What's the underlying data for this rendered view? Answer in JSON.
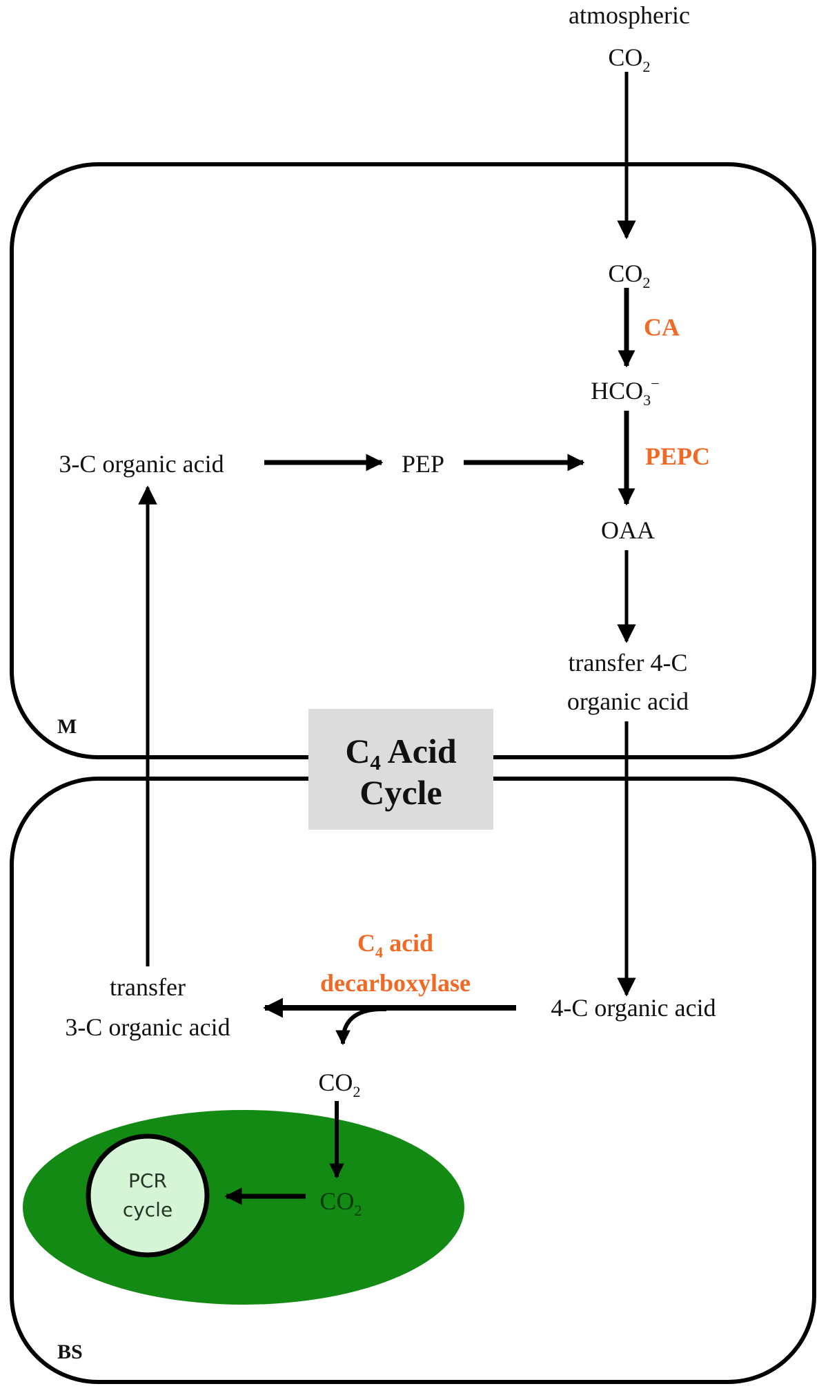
{
  "diagram": {
    "title": "C4 Acid Cycle",
    "colors": {
      "enzyme": "#f06a26",
      "chloroplast": "#138a13",
      "pcr_fill": "#d6f5d6",
      "cycle_box": "#dcdcdc",
      "line": "#000000"
    },
    "cells": {
      "mesophyll_label": "M",
      "bundle_sheath_label": "BS"
    },
    "center_box": {
      "line1_main": "C",
      "line1_sub": "4",
      "line1_rest": " Acid",
      "line2": "Cycle"
    },
    "nodes": {
      "atmospheric": "atmospheric",
      "atm_co2_main": "CO",
      "atm_co2_sub": "2",
      "m_co2_main": "CO",
      "m_co2_sub": "2",
      "hco3_main": "HCO",
      "hco3_sub": "3",
      "hco3_sup": "−",
      "oaa": "OAA",
      "transfer4c_line1": "transfer 4-C",
      "transfer4c_line2": "organic acid",
      "three_c_acid": "3-C organic acid",
      "pep": "PEP",
      "four_c_acid": "4-C organic acid",
      "transfer3c_line1": "transfer",
      "transfer3c_line2": "3-C organic acid",
      "bs_co2_main": "CO",
      "bs_co2_sub": "2",
      "chl_co2_main": "CO",
      "chl_co2_sub": "2",
      "pcr_line1": "PCR",
      "pcr_line2": "cycle"
    },
    "enzymes": {
      "ca": "CA",
      "pepc": "PEPC",
      "decarb_line1_main": "C",
      "decarb_line1_sub": "4",
      "decarb_line1_rest": " acid",
      "decarb_line2": "decarboxylase"
    },
    "flows": [
      {
        "from": "atmospheric CO2",
        "to": "CO2 (M)"
      },
      {
        "from": "CO2 (M)",
        "to": "HCO3-",
        "enzyme": "CA"
      },
      {
        "from": "HCO3-",
        "to": "OAA",
        "enzyme": "PEPC"
      },
      {
        "from": "3-C organic acid",
        "to": "PEP"
      },
      {
        "from": "PEP",
        "to": "PEPC step"
      },
      {
        "from": "OAA",
        "to": "transfer 4-C organic acid"
      },
      {
        "from": "transfer 4-C organic acid",
        "to": "4-C organic acid"
      },
      {
        "from": "4-C organic acid",
        "to": "transfer 3-C organic acid",
        "enzyme": "C4 acid decarboxylase"
      },
      {
        "from": "4-C organic acid",
        "to": "CO2 (BS)",
        "enzyme": "C4 acid decarboxylase"
      },
      {
        "from": "CO2 (BS)",
        "to": "CO2 (chloroplast)"
      },
      {
        "from": "CO2 (chloroplast)",
        "to": "PCR cycle"
      },
      {
        "from": "transfer 3-C organic acid",
        "to": "3-C organic acid"
      }
    ]
  }
}
